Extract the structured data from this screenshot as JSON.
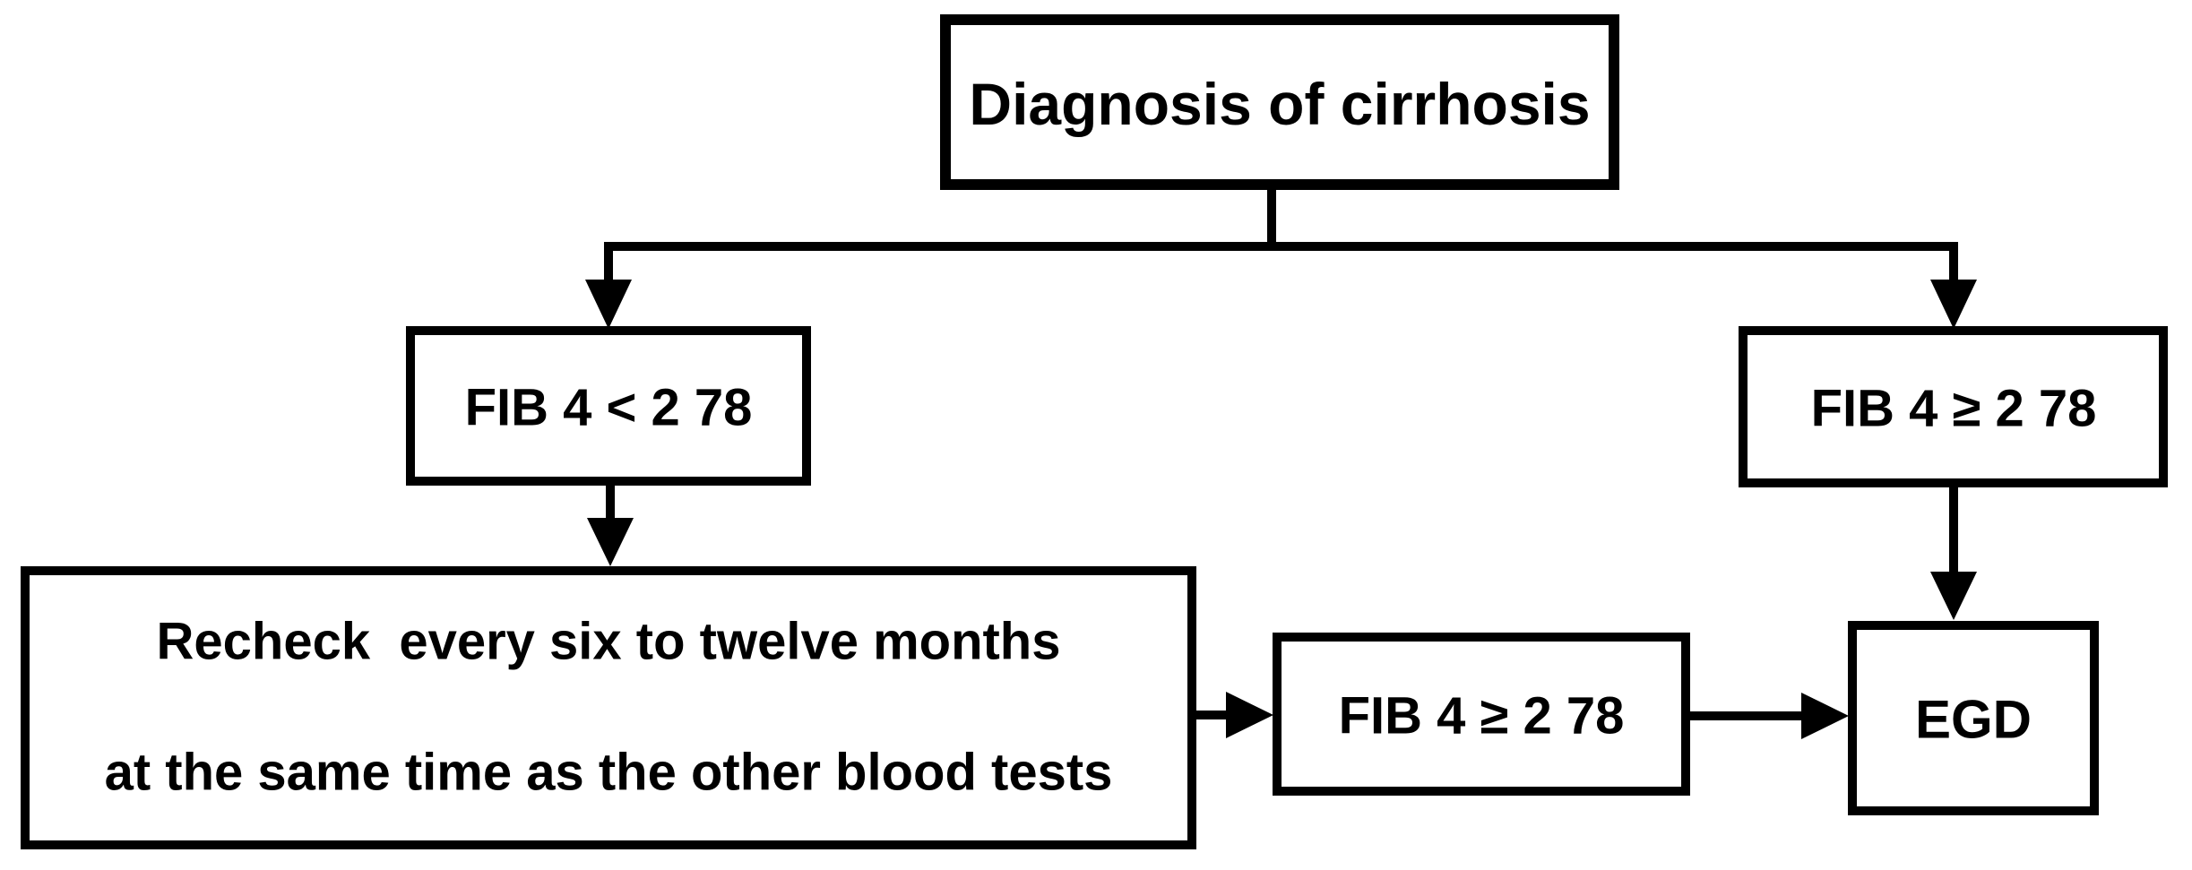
{
  "diagram": {
    "type": "flowchart",
    "background_color": "#ffffff",
    "line_color": "#000000",
    "text_color": "#000000",
    "nodes": {
      "diagnosis": {
        "label": "Diagnosis of cirrhosis"
      },
      "fib4_low": {
        "label": "FIB 4 < 2 78"
      },
      "fib4_high": {
        "label": "FIB 4 ≥ 2 78"
      },
      "recheck": {
        "line1": "Recheck  every six to twelve months",
        "line2": "at the same time as the other blood tests"
      },
      "fib4_recheck": {
        "label": "FIB 4 ≥ 2 78"
      },
      "egd": {
        "label": "EGD"
      }
    },
    "edges": [
      {
        "from": "diagnosis",
        "to": "fib4_low"
      },
      {
        "from": "diagnosis",
        "to": "fib4_high"
      },
      {
        "from": "fib4_low",
        "to": "recheck"
      },
      {
        "from": "recheck",
        "to": "fib4_recheck"
      },
      {
        "from": "fib4_recheck",
        "to": "egd"
      },
      {
        "from": "fib4_high",
        "to": "egd"
      }
    ]
  }
}
